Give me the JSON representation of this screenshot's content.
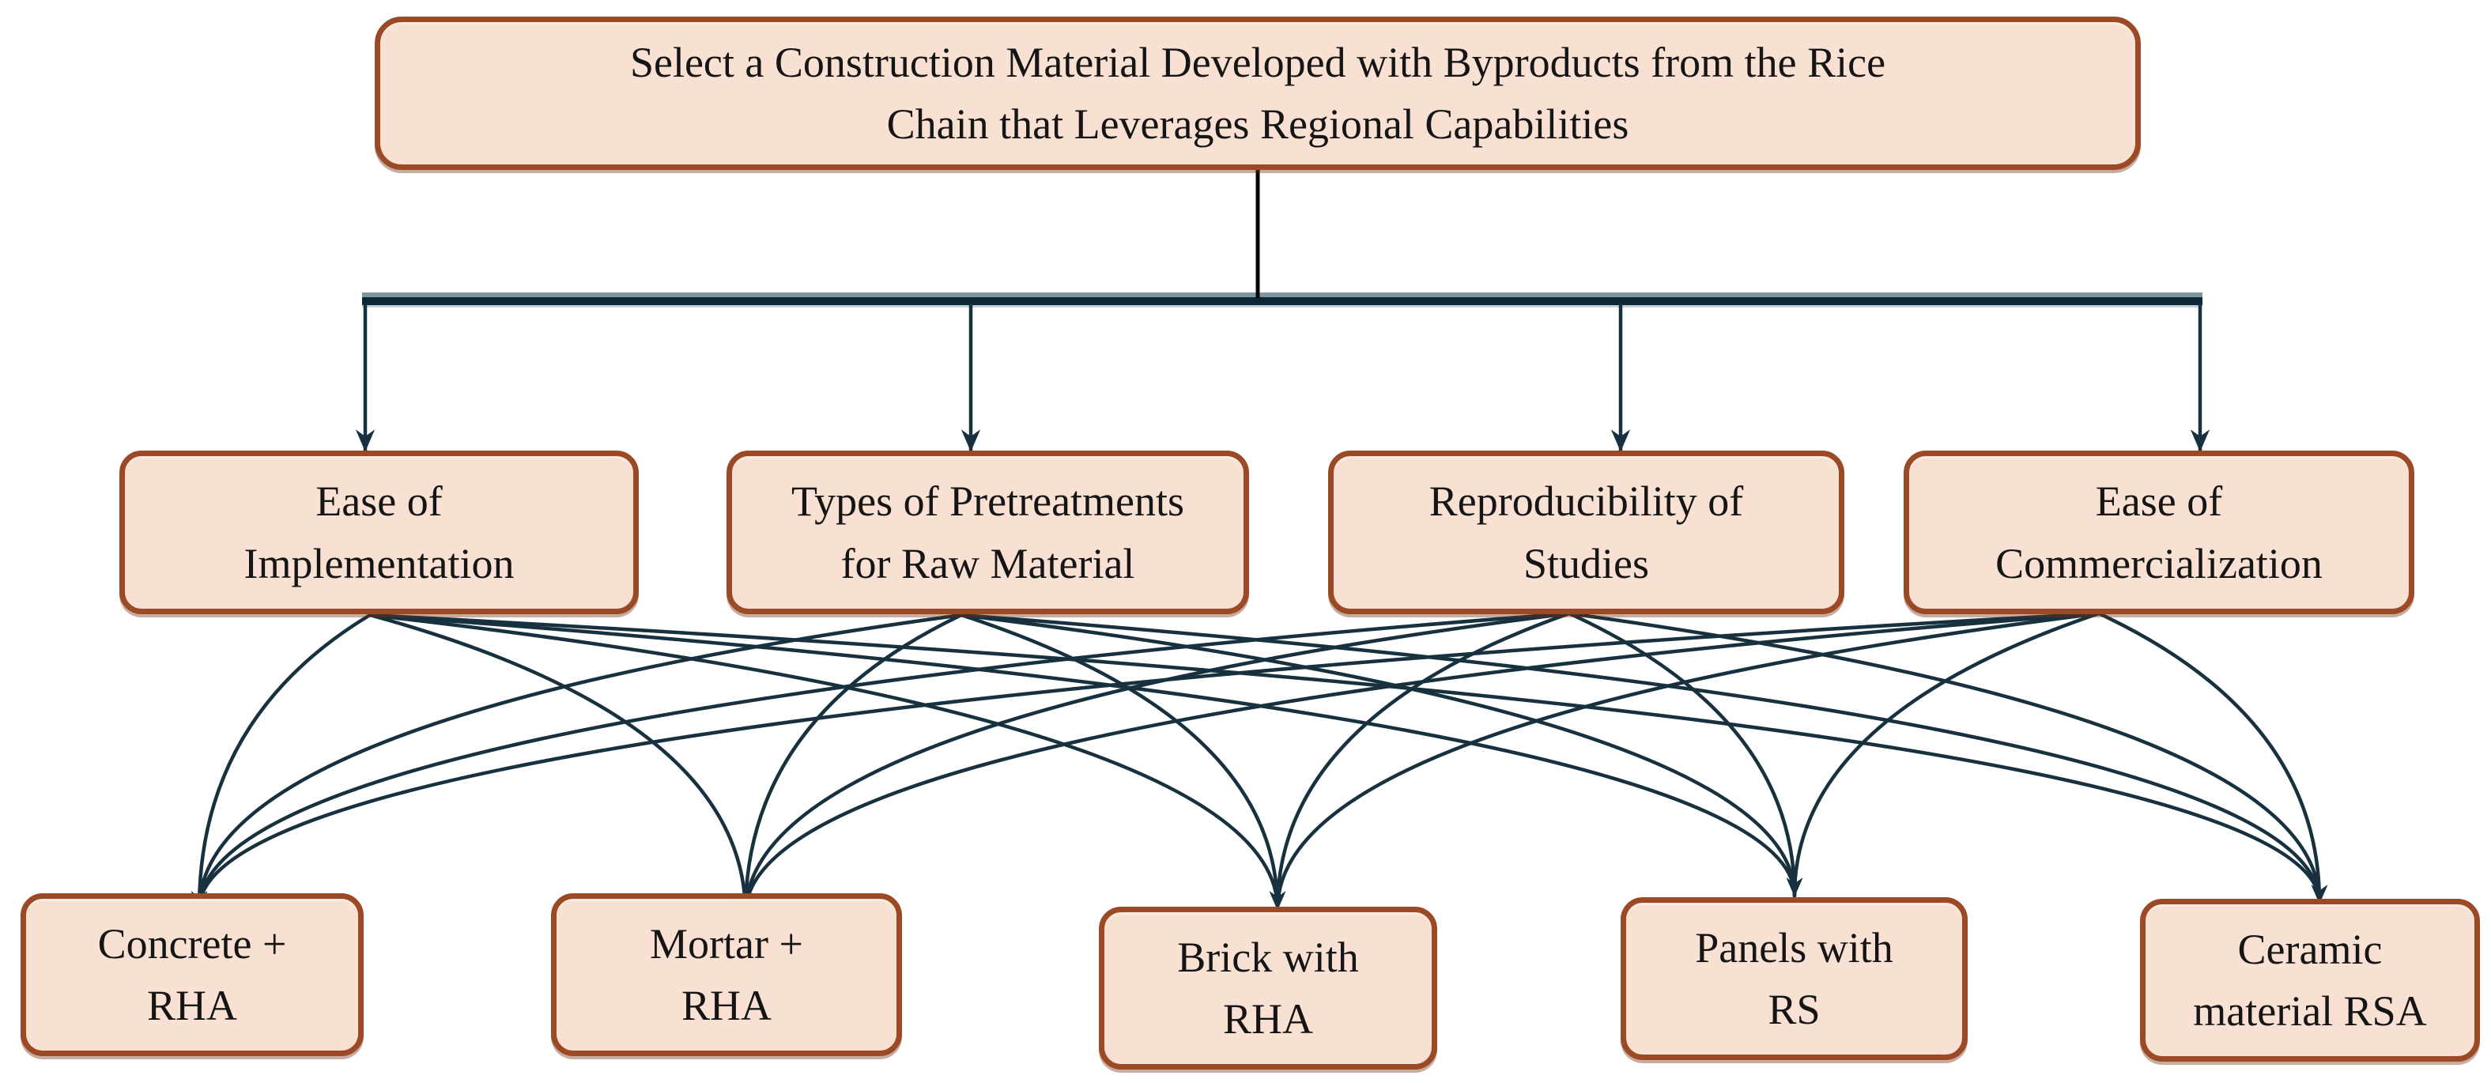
{
  "figure": {
    "type": "ahp-decision-hierarchy",
    "goal": {
      "id": "goal",
      "label": "Select a Construction Material Developed with Byproducts from the Rice\nChain that Leverages Regional Capabilities"
    },
    "criteria": [
      {
        "id": "criterion-1",
        "label": "Ease of\nImplementation"
      },
      {
        "id": "criterion-2",
        "label": "Types of Pretreatments\nfor Raw Material"
      },
      {
        "id": "criterion-3",
        "label": "Reproducibility of\nStudies"
      },
      {
        "id": "criterion-4",
        "label": "Ease of\nCommercialization"
      }
    ],
    "alternatives": [
      {
        "id": "alternative-1",
        "label": "Concrete +\nRHA"
      },
      {
        "id": "alternative-2",
        "label": "Mortar +\nRHA"
      },
      {
        "id": "alternative-3",
        "label": "Brick with\nRHA"
      },
      {
        "id": "alternative-4",
        "label": "Panels with\nRS"
      },
      {
        "id": "alternative-5",
        "label": "Ceramic\nmaterial RSA"
      }
    ],
    "connections": {
      "goal": [
        "criterion-1",
        "criterion-2",
        "criterion-3",
        "criterion-4"
      ],
      "criterion-1": [
        "alternative-1",
        "alternative-2",
        "alternative-3",
        "alternative-4",
        "alternative-5"
      ],
      "criterion-2": [
        "alternative-1",
        "alternative-2",
        "alternative-3",
        "alternative-4",
        "alternative-5"
      ],
      "criterion-3": [
        "alternative-1",
        "alternative-2",
        "alternative-3",
        "alternative-4",
        "alternative-5"
      ],
      "criterion-4": [
        "alternative-1",
        "alternative-2",
        "alternative-3",
        "alternative-4",
        "alternative-5"
      ]
    },
    "colors": {
      "box_fill": "#F8E1D3",
      "box_border": "#9C4A26",
      "text": "#151515",
      "wire": "#17313F",
      "bar_dark": "#0C2836",
      "bar_light": "#7F96A1",
      "bar_pale": "#C6D2D9",
      "goal_stem": "#050505",
      "background": "#FFFFFF"
    }
  }
}
